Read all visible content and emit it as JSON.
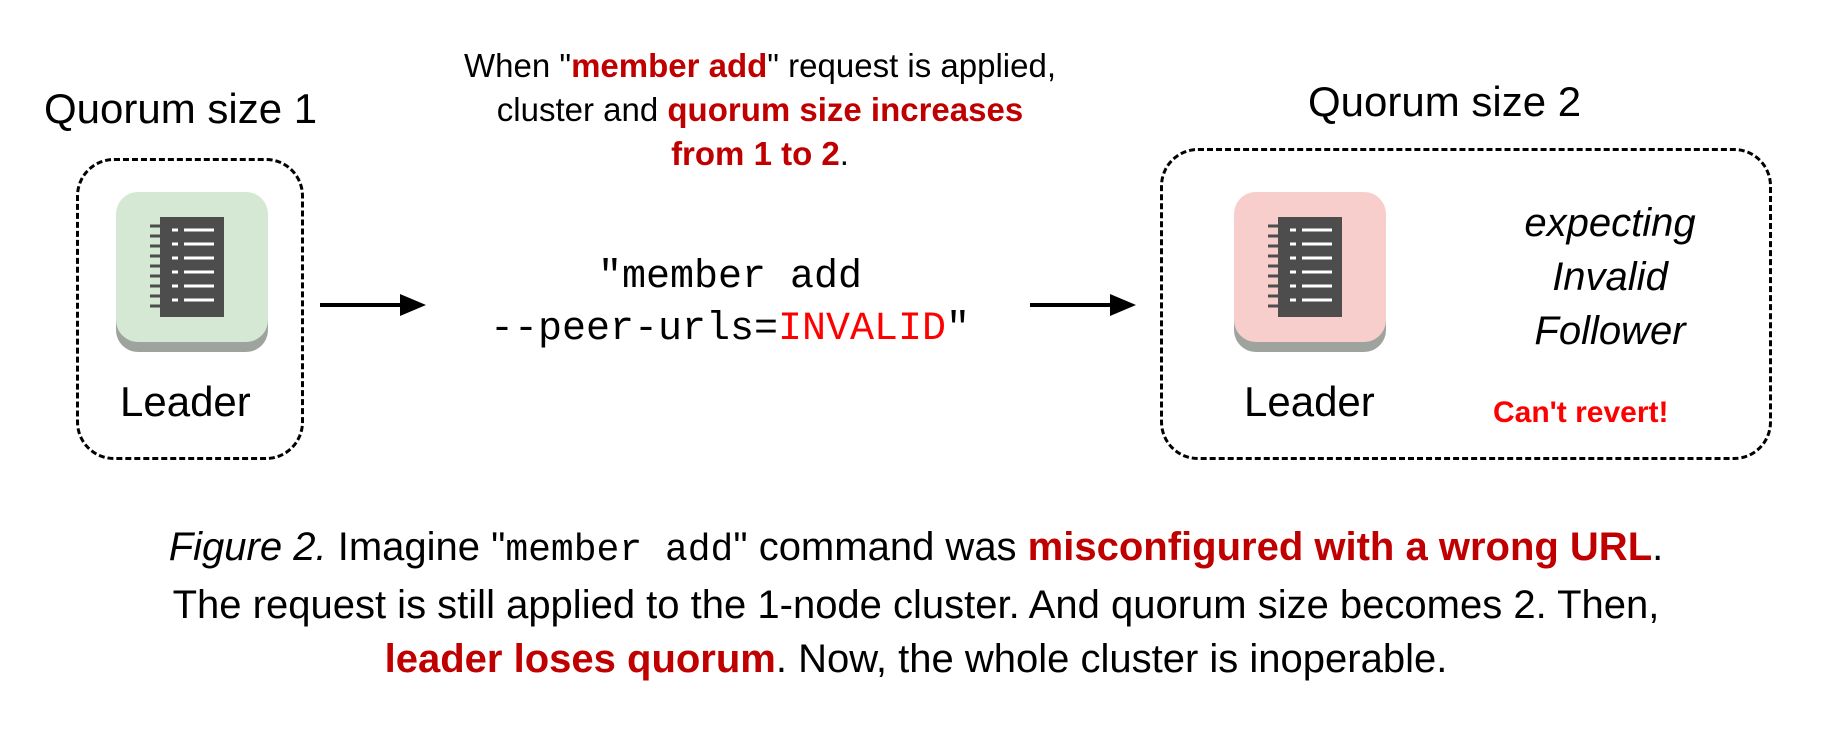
{
  "left_group": {
    "quorum_label": "Quorum size 1",
    "node_label": "Leader",
    "icon_color": "#d5e8d4"
  },
  "middle": {
    "note_part1": "When \"",
    "note_highlight1": "member add",
    "note_part2": "\" request is applied,",
    "note_part3": "cluster and ",
    "note_highlight2": "quorum size increases",
    "note_highlight3": "from 1 to 2",
    "note_part4": ".",
    "command_line1": "\"member add",
    "command_line2_prefix": "--peer-urls=",
    "command_line2_invalid": "INVALID",
    "command_line2_suffix": "\""
  },
  "right_group": {
    "quorum_label": "Quorum size 2",
    "node_label": "Leader",
    "icon_color": "#f8cecc",
    "expecting_lines": [
      "expecting",
      "Invalid",
      "Follower"
    ],
    "warning": "Can't revert!"
  },
  "caption": {
    "figure_label": "Figure 2.",
    "part1": " Imagine \"",
    "code": "member add",
    "part2": "\" command was ",
    "highlight1": "misconfigured with a wrong URL",
    "part3": ".",
    "line2": "The request is still applied to the 1-node cluster. And quorum size becomes 2. Then,",
    "highlight2": "leader loses quorum",
    "part4": ". Now, the whole cluster is inoperable."
  },
  "colors": {
    "highlight_dark_red": "#c00000",
    "highlight_red": "#ff0000",
    "icon_glyph": "#4d4d4d",
    "icon_shadow": "#9ea39e"
  }
}
